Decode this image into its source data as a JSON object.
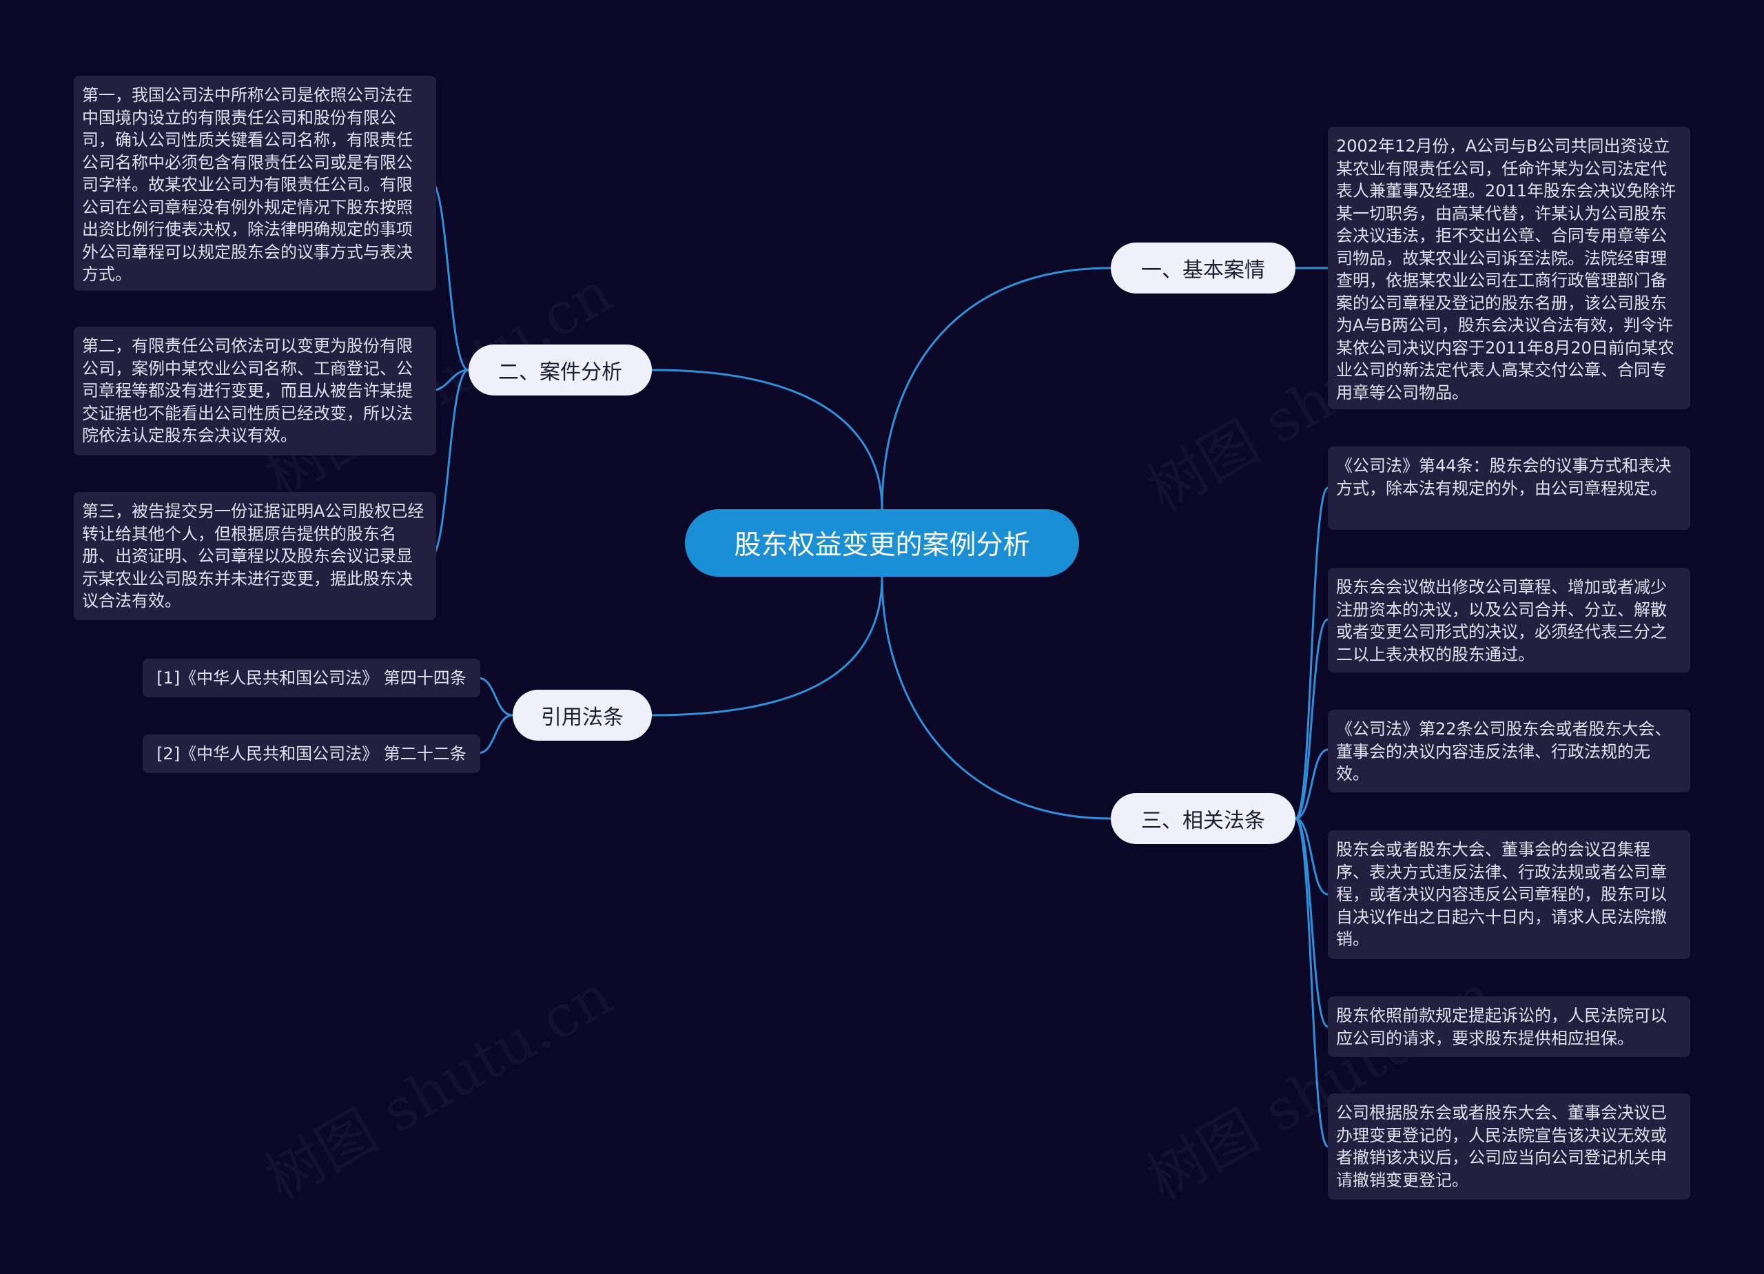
{
  "watermark_text": "树图 shutu.cn",
  "colors": {
    "background": "#0a0727",
    "root_fill": "#1a8fd6",
    "branch_fill": "#eef0fa",
    "leaf_fill": "#22203f",
    "edge": "#2f8fd8"
  },
  "root": {
    "label": "股东权益变更的案例分析"
  },
  "branches": {
    "basic_case": {
      "label": "一、基本案情",
      "leaves": [
        "2002年12月份，A公司与B公司共同出资设立某农业有限责任公司，任命许某为公司法定代表人兼董事及经理。2011年股东会决议免除许某一切职务，由高某代替，许某认为公司股东会决议违法，拒不交出公章、合同专用章等公司物品，故某农业公司诉至法院。法院经审理查明，依据某农业公司在工商行政管理部门备案的公司章程及登记的股东名册，该公司股东为A与B两公司，股东会决议合法有效，判令许某依公司决议内容于2011年8月20日前向某农业公司的新法定代表人高某交付公章、合同专用章等公司物品。"
      ]
    },
    "case_analysis": {
      "label": "二、案件分析",
      "leaves": [
        "第一，我国公司法中所称公司是依照公司法在中国境内设立的有限责任公司和股份有限公司，确认公司性质关键看公司名称，有限责任公司名称中必须包含有限责任公司或是有限公司字样。故某农业公司为有限责任公司。有限公司在公司章程没有例外规定情况下股东按照出资比例行使表决权，除法律明确规定的事项外公司章程可以规定股东会的议事方式与表决方式。",
        "第二，有限责任公司依法可以变更为股份有限公司，案例中某农业公司名称、工商登记、公司章程等都没有进行变更，而且从被告许某提交证据也不能看出公司性质已经改变，所以法院依法认定股东会决议有效。",
        "第三，被告提交另一份证据证明A公司股权已经转让给其他个人，但根据原告提供的股东名册、出资证明、公司章程以及股东会议记录显示某农业公司股东并未进行变更，据此股东决议合法有效。"
      ]
    },
    "cited_laws": {
      "label": "引用法条",
      "leaves": [
        "[1]《中华人民共和国公司法》 第四十四条",
        "[2]《中华人民共和国公司法》 第二十二条"
      ]
    },
    "related_laws": {
      "label": "三、相关法条",
      "leaves": [
        "《公司法》第44条：股东会的议事方式和表决方式，除本法有规定的外，由公司章程规定。",
        "股东会会议做出修改公司章程、增加或者减少注册资本的决议，以及公司合并、分立、解散或者变更公司形式的决议，必须经代表三分之二以上表决权的股东通过。",
        "《公司法》第22条公司股东会或者股东大会、董事会的决议内容违反法律、行政法规的无效。",
        "股东会或者股东大会、董事会的会议召集程序、表决方式违反法律、行政法规或者公司章程，或者决议内容违反公司章程的，股东可以自决议作出之日起六十日内，请求人民法院撤销。",
        "股东依照前款规定提起诉讼的，人民法院可以应公司的请求，要求股东提供相应担保。",
        "公司根据股东会或者股东大会、董事会决议已办理变更登记的，人民法院宣告该决议无效或者撤销该决议后，公司应当向公司登记机关申请撤销变更登记。"
      ]
    }
  }
}
